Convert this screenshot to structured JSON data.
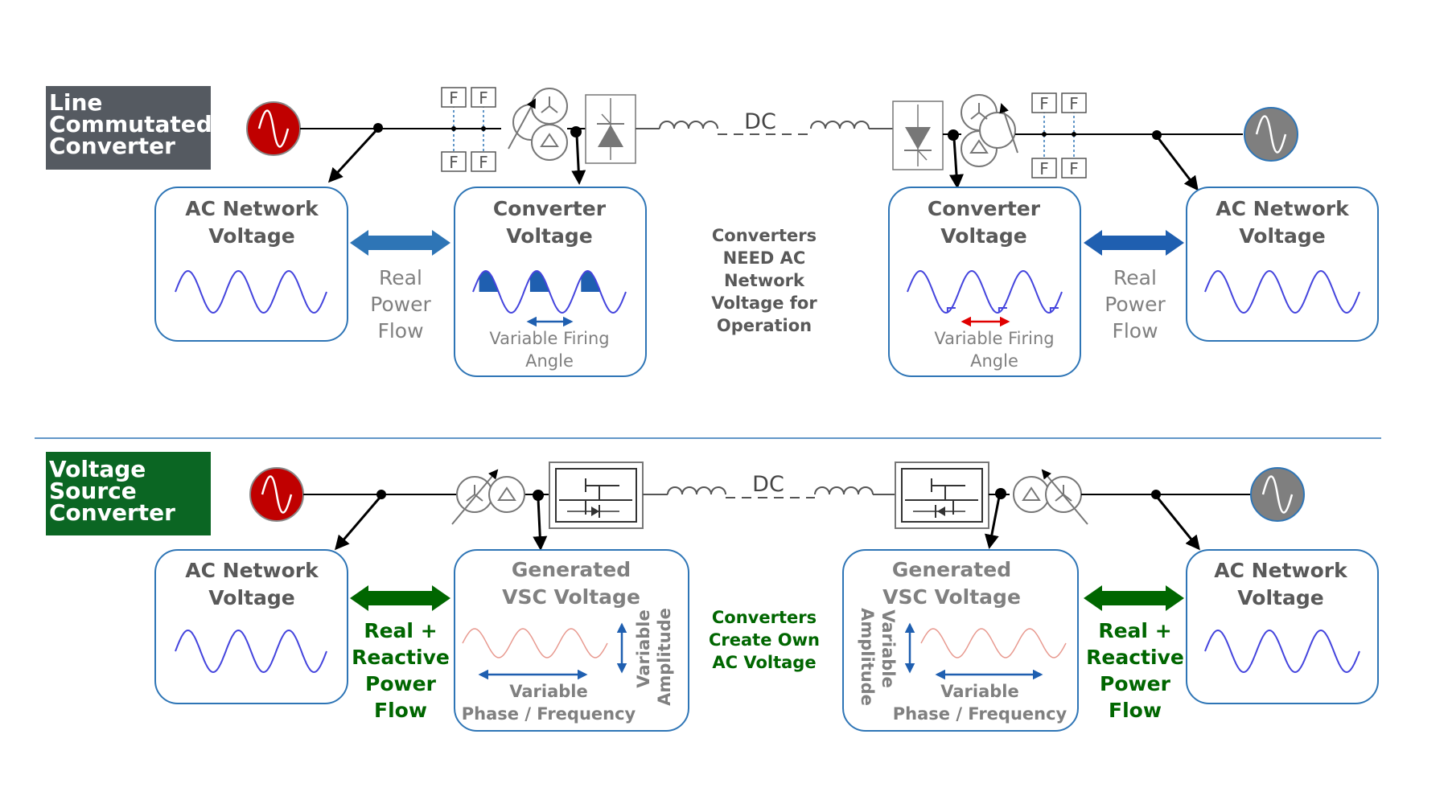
{
  "colors": {
    "box_stroke": "#2e75b6",
    "wave_blue": "#4444dd",
    "wave_red": "#e89a90",
    "arrow_blue": "#2e75b6",
    "arrow_green": "#006600",
    "lcc_label_bg": "#555a61",
    "vsc_label_bg": "#0b6623",
    "source_red": "#c00000",
    "source_grey": "#7f7f7f",
    "gray_text": "#595959",
    "green_text": "#006600",
    "firing_red": "#e00000",
    "fill_blue": "#1f5fb0"
  },
  "lcc": {
    "label": [
      "Line",
      "Commutated",
      "Converter"
    ],
    "dc_label": "DC",
    "filter_label": "F",
    "left_ac": {
      "title": [
        "AC Network",
        "Voltage"
      ]
    },
    "left_power": [
      "Real",
      "Power",
      "Flow"
    ],
    "left_conv": {
      "title": [
        "Converter",
        "Voltage"
      ],
      "caption": [
        "Variable Firing",
        "Angle"
      ]
    },
    "center_note": [
      "Converters",
      "NEED AC",
      "Network",
      "Voltage for",
      "Operation"
    ],
    "right_conv": {
      "title": [
        "Converter",
        "Voltage"
      ],
      "caption": [
        "Variable Firing",
        "Angle"
      ]
    },
    "right_power": [
      "Real",
      "Power",
      "Flow"
    ],
    "right_ac": {
      "title": [
        "AC Network",
        "Voltage"
      ]
    }
  },
  "vsc": {
    "label": [
      "Voltage",
      "Source",
      "Converter"
    ],
    "dc_label": "DC",
    "left_ac": {
      "title": [
        "AC Network",
        "Voltage"
      ]
    },
    "left_power": [
      "Real +",
      "Reactive",
      "Power",
      "Flow"
    ],
    "left_gen": {
      "title": [
        "Generated",
        "VSC Voltage"
      ],
      "caption": [
        "Variable",
        "Phase / Frequency"
      ],
      "amp": [
        "Variable",
        "Amplitude"
      ]
    },
    "center_note": [
      "Converters",
      "Create Own",
      "AC Voltage"
    ],
    "right_gen": {
      "title": [
        "Generated",
        "VSC Voltage"
      ],
      "caption": [
        "Variable",
        "Phase / Frequency"
      ],
      "amp": [
        "Variable",
        "Amplitude"
      ]
    },
    "right_power": [
      "Real +",
      "Reactive",
      "Power",
      "Flow"
    ],
    "right_ac": {
      "title": [
        "AC Network",
        "Voltage"
      ]
    }
  }
}
